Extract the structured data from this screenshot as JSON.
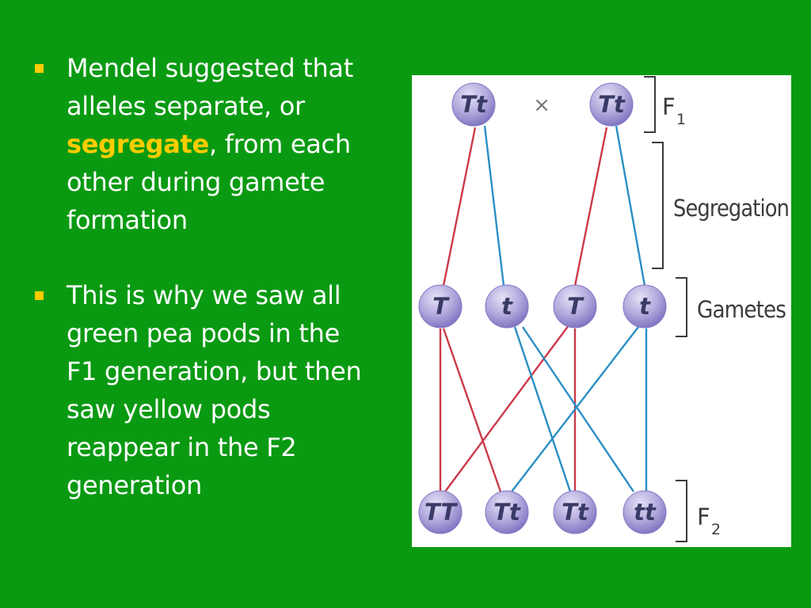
{
  "bullets": [
    {
      "lines": [
        {
          "parts": [
            "Mendel suggested that"
          ]
        },
        {
          "parts": [
            "alleles separate, or"
          ]
        },
        {
          "parts": [
            "segregate",
            ", from each"
          ],
          "highlight_index": 0
        },
        {
          "parts": [
            "other during gamete"
          ]
        },
        {
          "parts": [
            "formation"
          ]
        }
      ]
    },
    {
      "lines": [
        {
          "parts": [
            "This is why we saw all"
          ]
        },
        {
          "parts": [
            "green pea pods in the"
          ]
        },
        {
          "parts": [
            "F1 generation, but then"
          ]
        },
        {
          "parts": [
            "saw yellow pods"
          ]
        },
        {
          "parts": [
            "reappear in the F2"
          ]
        },
        {
          "parts": [
            "generation"
          ]
        }
      ]
    }
  ],
  "diagram": {
    "colors": {
      "node_fill": "#b1a8dc",
      "node_edge": "#8478c4",
      "red_line": "#cc3a4a",
      "blue_line": "#2a8fc4",
      "bracket": "#3c3c3c"
    },
    "cross_symbol": "×",
    "parents": [
      "Tt",
      "Tt"
    ],
    "gametes": [
      "T",
      "t",
      "T",
      "t"
    ],
    "offspring": [
      "TT",
      "Tt",
      "Tt",
      "tt"
    ],
    "labels": {
      "f1": "F",
      "f1_sub": "1",
      "segregation": "Segregation",
      "gametes": "Gametes",
      "f2": "F",
      "f2_sub": "2"
    }
  }
}
